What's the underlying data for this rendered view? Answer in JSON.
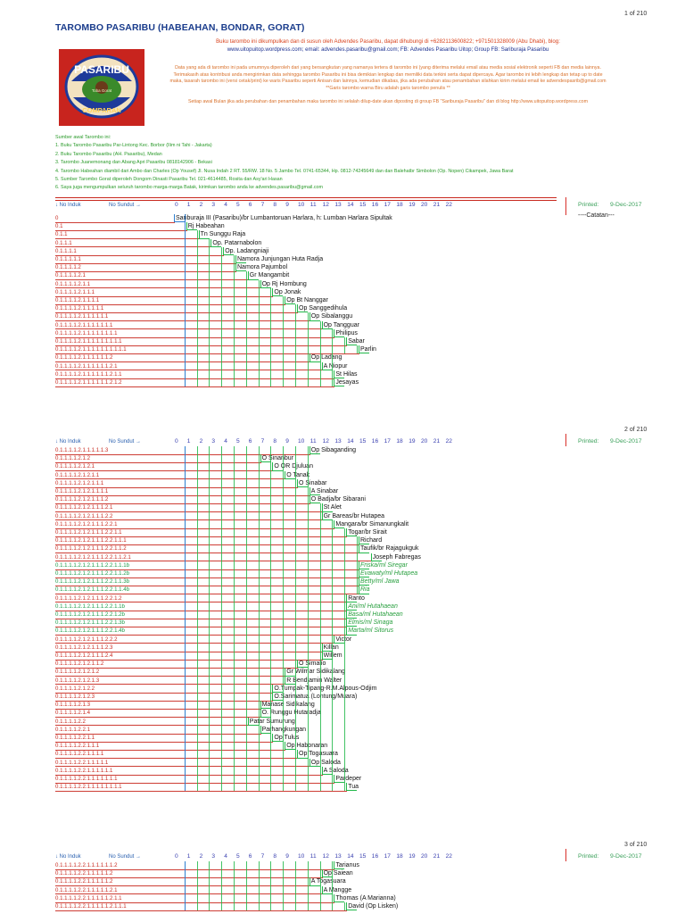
{
  "pages": [
    {
      "num": "1 of 210"
    },
    {
      "num": "2 of 210"
    },
    {
      "num": "3 of 210"
    }
  ],
  "title": "TAROMBO PASARIBU (HABEAHAN, BONDAR, GORAT)",
  "logo": {
    "top_text": "PASARIBU",
    "bottom_text": "COMPARAN",
    "center_text": "Toba Gorat"
  },
  "intro": {
    "line1": "Buku tarombo ini dikumpulkan dan di susun oleh Advendes Pasaribu, dapat dihubungi di +6282113600822; +971501328009 (Abu Dhabi), blog:",
    "line2": "www.uitopuitop.wordpress.com; email: advendes.pasaribu@gmail.com; FB: Advendes Pasaribu Uitop; Group FB: Sariburaja Pasaribu",
    "note1": "Data yang ada di tarombo ini pada umumnya diperoleh dari yang bersangkutan yang namanya tertera di tarombo ini (yang diterima melalui email atau media sosial elektronik seperti FB dan media lainnya. Terimakasih atas kontribusi anda mengirimkan data sehingga tarombo Pasaribu ini bisa demikian lengkap dan memiliki data terkini serta dapat dipercaya. Agar tarombo ini lebih lengkap dan tetap up to date maka, tasarah tarombo ini (versi cetak/print) ke waris Pasaribu seperti Anisan dan lainnya, kemudian dikabas, jika ada perubahan atau penambahan silahkan kirim melalui email ke advendespasrib@gmail.com   **Garis tarombo warna Biru adalah garis tarombo penulis **",
    "note2": "Setiap awal Bulan jika ada perubahan dan penambahan maka tarombo ini selalah dilup-date akan diposting di group FB \"Sariburaja Pasaribu\" dan di blog http://www.uitopuitop.wordpress.com"
  },
  "sources": [
    "Sumber awal Tarombo ini:",
    "1. Buku Tarombo Pasaribu Par-Lintong Kec. Borbor (Ilim ni Tahi - Jakarta)",
    "2. Buku Tarombo Pasaribu (AH. Pasaribu), Medan",
    "3. Tarombo Juanemonang dan Abang Apri Pasaribu 0818142906 - Bekasi",
    "4. Tarombo Habeahan diambil dari Ambo dan Charles (Op Yousef) Jl. Nusa Indah 2 RT. 55/RW. 18 No. 5 Jambo Tel. 0741-65344, Hp. 0812-74245649 dan dan Balehatbr Simbolon (Op. Nopen) Cikampek, Jawa Barat",
    "5. Sumber Tarombo Gorat diperoleh Dongom Dinasti Pasaribu Tel. 021-4614485, Rosita dan Asy'ari Hasan",
    "6. Saya juga mengumpulkan seluruh tarombo marga-marga Batak, kirimkan tarombo anda ke advendes.pasaribu@gmail.com"
  ],
  "header": {
    "no_induk": "↓ No Induk",
    "no_sundut": "No Sundut →",
    "generations": [
      "0",
      "1",
      "2",
      "3",
      "4",
      "5",
      "6",
      "7",
      "8",
      "9",
      "10",
      "11",
      "12",
      "13",
      "14",
      "15",
      "16",
      "17",
      "18",
      "19",
      "20",
      "21",
      "22"
    ],
    "printed_label": "Printed:",
    "printed_date": "9-Dec-2017",
    "catatan": "----Catatan---"
  },
  "page1_rows": [
    {
      "code": "0",
      "c": "red",
      "name": "Sariburaja III (Pasaribu)/br Lumbantoruan Harlara, h: Lumban Harlara Sipultak",
      "g": 0
    },
    {
      "code": "0.1",
      "c": "red",
      "name": "Rj Habeahan",
      "g": 1
    },
    {
      "code": "0.1.1",
      "c": "red",
      "name": "Tn Sunggu Raja",
      "g": 2
    },
    {
      "code": "0.1.1.1",
      "c": "red",
      "name": "Op. Patarnabolon",
      "g": 3
    },
    {
      "code": "0.1.1.1.1",
      "c": "red",
      "name": "Op. Ladangniaji",
      "g": 4
    },
    {
      "code": "0.1.1.1.1.1",
      "c": "red",
      "name": "Namora Junjungan Huta Radja",
      "g": 5
    },
    {
      "code": "0.1.1.1.1.2",
      "c": "red",
      "name": "Namora Pajumbol",
      "g": 5
    },
    {
      "code": "0.1.1.1.1.2.1",
      "c": "red",
      "name": "Gr Mangambit",
      "g": 6
    },
    {
      "code": "0.1.1.1.1.2.1.1",
      "c": "red",
      "name": "Op Rj Hombung",
      "g": 7
    },
    {
      "code": "0.1.1.1.1.2.1.1.1",
      "c": "red",
      "name": "Op Jonak",
      "g": 8
    },
    {
      "code": "0.1.1.1.1.2.1.1.1.1",
      "c": "red",
      "name": "Op Bt Nanggar",
      "g": 9
    },
    {
      "code": "0.1.1.1.1.2.1.1.1.1.1",
      "c": "red",
      "name": "Op Sanggedihula",
      "g": 10
    },
    {
      "code": "0.1.1.1.1.2.1.1.1.1.1.1",
      "c": "red",
      "name": "Op Sibalanggu",
      "g": 11
    },
    {
      "code": "0.1.1.1.1.2.1.1.1.1.1.1.1",
      "c": "red",
      "name": "Op Tangguar",
      "g": 12
    },
    {
      "code": "0.1.1.1.1.2.1.1.1.1.1.1.1.1",
      "c": "red",
      "name": "Philipus",
      "g": 13
    },
    {
      "code": "0.1.1.1.1.2.1.1.1.1.1.1.1.1.1",
      "c": "red",
      "name": "Sabar",
      "g": 14
    },
    {
      "code": "0.1.1.1.1.2.1.1.1.1.1.1.1.1.1.1",
      "c": "red",
      "name": "Parlin",
      "g": 15
    },
    {
      "code": "0.1.1.1.1.2.1.1.1.1.1.1.2",
      "c": "red",
      "name": "Op Ladang",
      "g": 11
    },
    {
      "code": "0.1.1.1.1.2.1.1.1.1.1.1.2.1",
      "c": "red",
      "name": "A Niopur",
      "g": 12
    },
    {
      "code": "0.1.1.1.1.2.1.1.1.1.1.1.2.1.1",
      "c": "red",
      "name": "St Hilas",
      "g": 13
    },
    {
      "code": "0.1.1.1.1.2.1.1.1.1.1.1.2.1.2",
      "c": "red",
      "name": "Jesayas",
      "g": 13
    }
  ],
  "page2_rows": [
    {
      "code": "0.1.1.1.1.2.1.1.1.1.1.3",
      "c": "red",
      "name": "Op Sibaganding",
      "g": 11
    },
    {
      "code": "0.1.1.1.1.2.1.2",
      "c": "red",
      "name": "O Sinanbur",
      "g": 7
    },
    {
      "code": "0.1.1.1.1.2.1.2.1",
      "c": "red",
      "name": "O OR Djuluan",
      "g": 8
    },
    {
      "code": "0.1.1.1.1.2.1.2.1.1",
      "c": "red",
      "name": "O Tanak",
      "g": 9
    },
    {
      "code": "0.1.1.1.1.2.1.2.1.1.1",
      "c": "red",
      "name": "O Sinabar",
      "g": 10
    },
    {
      "code": "0.1.1.1.1.2.1.2.1.1.1.1",
      "c": "red",
      "name": "A Sinabar",
      "g": 11
    },
    {
      "code": "0.1.1.1.1.2.1.2.1.1.1.2",
      "c": "red",
      "name": "O Badja/br Sibarani",
      "g": 11
    },
    {
      "code": "0.1.1.1.1.2.1.2.1.1.1.2.1",
      "c": "red",
      "name": "St Alet",
      "g": 12
    },
    {
      "code": "0.1.1.1.1.2.1.2.1.1.1.2.2",
      "c": "red",
      "name": "Gr Bareas/br Hutapea",
      "g": 12
    },
    {
      "code": "0.1.1.1.1.2.1.2.1.1.1.2.2.1",
      "c": "red",
      "name": "Mangara/br Simanungkalit",
      "g": 13
    },
    {
      "code": "0.1.1.1.1.2.1.2.1.1.1.2.2.1.1",
      "c": "red",
      "name": "Togar/br Sirait",
      "g": 14
    },
    {
      "code": "0.1.1.1.1.2.1.2.1.1.1.2.2.1.1.1",
      "c": "red",
      "name": "Richard",
      "g": 15
    },
    {
      "code": "0.1.1.1.1.2.1.2.1.1.1.2.2.1.1.2",
      "c": "red",
      "name": "Taufik/br Rajagukguk",
      "g": 15
    },
    {
      "code": "0.1.1.1.1.2.1.2.1.1.1.2.2.1.1.2.1",
      "c": "red",
      "name": "Joseph Fabregas",
      "g": 16
    },
    {
      "code": "0.1.1.1.1.2.1.2.1.1.1.2.2.1.1.1b",
      "c": "green",
      "name": "Friska/ml Siregar",
      "g": 15,
      "f": true
    },
    {
      "code": "0.1.1.1.1.2.1.2.1.1.1.2.2.1.1.2b",
      "c": "green",
      "name": "Evawaty/ml Hutapea",
      "g": 15,
      "f": true
    },
    {
      "code": "0.1.1.1.1.2.1.2.1.1.1.2.2.1.1.3b",
      "c": "green",
      "name": "Betty/ml Jawa",
      "g": 15,
      "f": true
    },
    {
      "code": "0.1.1.1.1.2.1.2.1.1.1.2.2.1.1.4b",
      "c": "green",
      "name": "Ria",
      "g": 15,
      "f": true
    },
    {
      "code": "0.1.1.1.1.2.1.2.1.1.1.2.2.1.2",
      "c": "red",
      "name": "Ranto",
      "g": 14
    },
    {
      "code": "0.1.1.1.1.2.1.2.1.1.1.2.2.1.1b",
      "c": "green",
      "name": "Ani/ml Hutahaean",
      "g": 14,
      "f": true
    },
    {
      "code": "0.1.1.1.1.2.1.2.1.1.1.2.2.1.2b",
      "c": "green",
      "name": "Basa/ml Hutahaean",
      "g": 14,
      "f": true
    },
    {
      "code": "0.1.1.1.1.2.1.2.1.1.1.2.2.1.3b",
      "c": "green",
      "name": "Elmis/ml Sinaga",
      "g": 14,
      "f": true
    },
    {
      "code": "0.1.1.1.1.2.1.2.1.1.1.2.2.1.4b",
      "c": "green",
      "name": "Marta/ml Sitorus",
      "g": 14,
      "f": true
    },
    {
      "code": "0.1.1.1.1.2.1.2.1.1.1.2.2.2",
      "c": "red",
      "name": "Victor",
      "g": 13
    },
    {
      "code": "0.1.1.1.1.2.1.2.1.1.1.2.3",
      "c": "red",
      "name": "Killan",
      "g": 12
    },
    {
      "code": "0.1.1.1.1.2.1.2.1.1.1.2.4",
      "c": "red",
      "name": "Willem",
      "g": 12
    },
    {
      "code": "0.1.1.1.1.2.1.2.1.1.2",
      "c": "red",
      "name": "O Simalio",
      "g": 10
    },
    {
      "code": "0.1.1.1.1.2.1.2.1.2",
      "c": "red",
      "name": "Gr Wilmar Sidikalang",
      "g": 9
    },
    {
      "code": "0.1.1.1.1.2.1.2.1.3",
      "c": "red",
      "name": "R Bendjamin Walter",
      "g": 9
    },
    {
      "code": "0.1.1.1.1.2.1.2.2",
      "c": "red",
      "name": "O.Tumpak-Tipang-R.M.Alpous-Odjim",
      "g": 8
    },
    {
      "code": "0.1.1.1.1.2.1.2.3",
      "c": "red",
      "name": "O.Sarimatua (Lontung/Muara)",
      "g": 8
    },
    {
      "code": "0.1.1.1.1.2.1.3",
      "c": "red",
      "name": "Manase Sidikalang",
      "g": 7
    },
    {
      "code": "0.1.1.1.1.2.1.4",
      "c": "red",
      "name": "O. Runggu Hutaradja",
      "g": 7
    },
    {
      "code": "0.1.1.1.1.2.2",
      "c": "red",
      "name": "Patar Sumurung",
      "g": 6
    },
    {
      "code": "0.1.1.1.1.2.2.1",
      "c": "red",
      "name": "Parhangkungan",
      "g": 7
    },
    {
      "code": "0.1.1.1.1.2.2.1.1",
      "c": "red",
      "name": "Op Tulus",
      "g": 8
    },
    {
      "code": "0.1.1.1.1.2.2.1.1.1",
      "c": "red",
      "name": "Op Habonaran",
      "g": 9
    },
    {
      "code": "0.1.1.1.1.2.2.1.1.1.1",
      "c": "red",
      "name": "Op Togasuara",
      "g": 10
    },
    {
      "code": "0.1.1.1.1.2.2.1.1.1.1.1",
      "c": "red",
      "name": "Op Saloda",
      "g": 11
    },
    {
      "code": "0.1.1.1.1.2.2.1.1.1.1.1.1",
      "c": "red",
      "name": "A Saloda",
      "g": 12
    },
    {
      "code": "0.1.1.1.1.2.2.1.1.1.1.1.1.1",
      "c": "red",
      "name": "Pardeper",
      "g": 13
    },
    {
      "code": "0.1.1.1.1.2.2.1.1.1.1.1.1.1.1",
      "c": "red",
      "name": "Tua",
      "g": 14
    }
  ],
  "page3_rows": [
    {
      "code": "0.1.1.1.1.2.2.1.1.1.1.1.1.2",
      "c": "red",
      "name": "Tarianus",
      "g": 13
    },
    {
      "code": "0.1.1.1.1.2.2.1.1.1.1.1.2",
      "c": "red",
      "name": "Op Saiean",
      "g": 12
    },
    {
      "code": "0.1.1.1.1.2.2.1.1.1.1.1.2",
      "c": "red",
      "name": "A Togasuara",
      "g": 11
    },
    {
      "code": "0.1.1.1.1.2.2.1.1.1.1.1.2.1",
      "c": "red",
      "name": "A Mangge",
      "g": 12
    },
    {
      "code": "0.1.1.1.1.2.2.1.1.1.1.1.2.1.1",
      "c": "red",
      "name": "Thomas (A Marianna)",
      "g": 13
    },
    {
      "code": "0.1.1.1.1.2.2.1.1.1.1.1.2.1.1.1",
      "c": "red",
      "name": "David (Op Lisken)",
      "g": 14
    }
  ]
}
